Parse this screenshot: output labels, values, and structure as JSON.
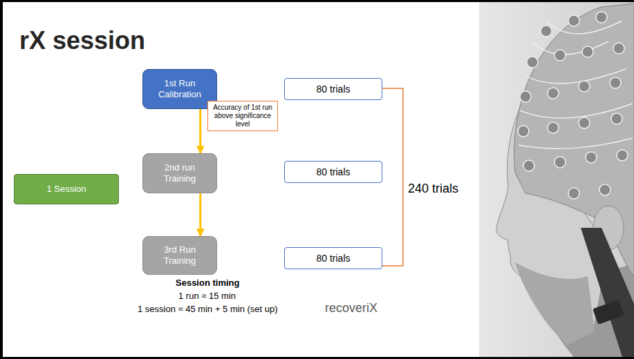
{
  "diagram": {
    "title": "rX session",
    "nodes": [
      {
        "text": [
          "1st Run Calibration"
        ]
      },
      {
        "text": [
          "80 trials"
        ]
      },
      {
        "text": [
          "Accuracy of 1st run above significance level"
        ]
      },
      {
        "text": [
          "1 Session"
        ]
      },
      {
        "text": [
          "2nd run Training"
        ]
      },
      {
        "text": [
          "80 trials"
        ]
      },
      {
        "text": [
          "3rd Run Training"
        ]
      },
      {
        "text": [
          "80 trials"
        ]
      }
    ],
    "edges": [
      {
        "from": 0,
        "to": 4,
        "arrow": "to"
      },
      {
        "from": 4,
        "to": 6,
        "arrow": "to"
      }
    ],
    "labels": [
      "240 trials",
      "Session timing",
      "1 run ≈ 15 min",
      "1 session ≈ 45 min + 5 min (set up)",
      "recoveriX"
    ]
  }
}
